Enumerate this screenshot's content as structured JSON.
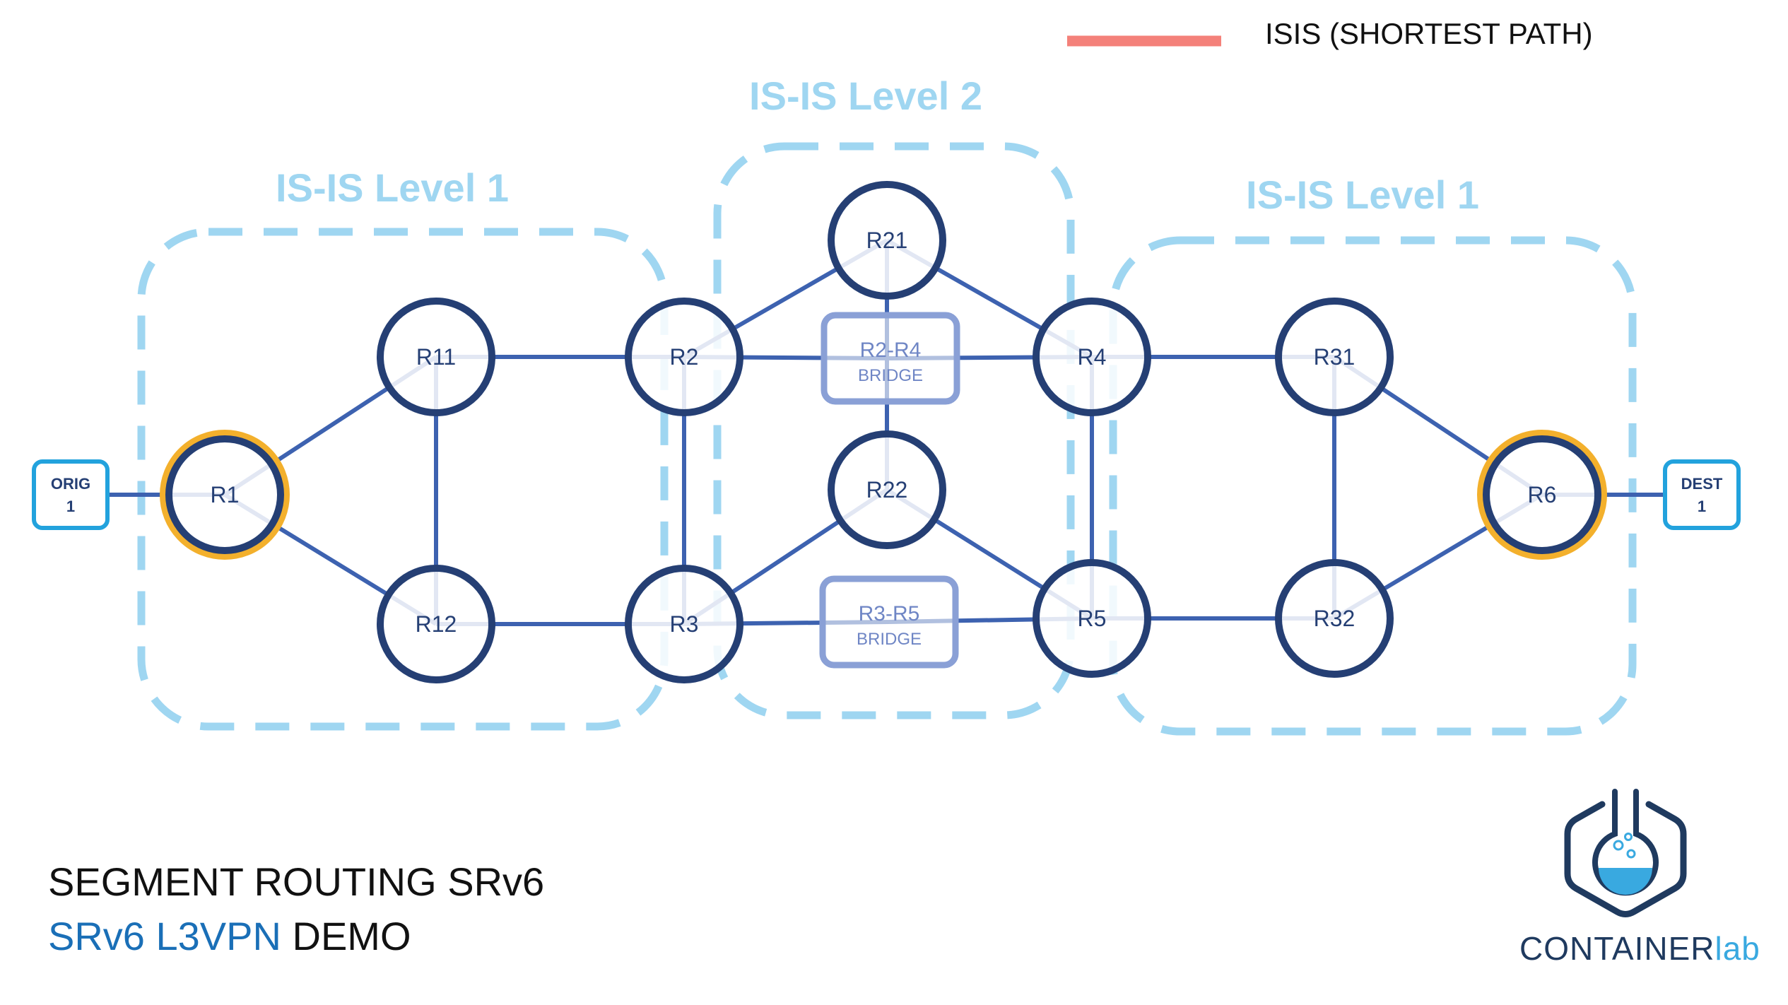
{
  "legend": {
    "label": "ISIS (SHORTEST PATH)",
    "color": "#f4817a"
  },
  "areas": [
    {
      "id": "l1-left",
      "label": "IS-IS Level 1"
    },
    {
      "id": "l2-center",
      "label": "IS-IS Level 2"
    },
    {
      "id": "l1-right",
      "label": "IS-IS Level 1"
    }
  ],
  "nodes": [
    {
      "id": "R1",
      "label": "R1",
      "highlight": true
    },
    {
      "id": "R11",
      "label": "R11"
    },
    {
      "id": "R12",
      "label": "R12"
    },
    {
      "id": "R2",
      "label": "R2"
    },
    {
      "id": "R3",
      "label": "R3"
    },
    {
      "id": "R21",
      "label": "R21"
    },
    {
      "id": "R22",
      "label": "R22"
    },
    {
      "id": "R4",
      "label": "R4"
    },
    {
      "id": "R5",
      "label": "R5"
    },
    {
      "id": "R31",
      "label": "R31"
    },
    {
      "id": "R32",
      "label": "R32"
    },
    {
      "id": "R6",
      "label": "R6",
      "highlight": true
    }
  ],
  "hosts": [
    {
      "id": "ORIG",
      "line1": "ORIG",
      "line2": "1"
    },
    {
      "id": "DEST",
      "line1": "DEST",
      "line2": "1"
    }
  ],
  "bridges": [
    {
      "id": "B24",
      "line1": "R2-R4",
      "line2": "BRIDGE"
    },
    {
      "id": "B35",
      "line1": "R3-R5",
      "line2": "BRIDGE"
    }
  ],
  "links": [
    [
      "ORIG",
      "R1"
    ],
    [
      "R1",
      "R11"
    ],
    [
      "R1",
      "R12"
    ],
    [
      "R11",
      "R12"
    ],
    [
      "R11",
      "R2"
    ],
    [
      "R12",
      "R3"
    ],
    [
      "R2",
      "R3"
    ],
    [
      "R2",
      "R21"
    ],
    [
      "R2",
      "B24"
    ],
    [
      "B24",
      "R4"
    ],
    [
      "R21",
      "R4"
    ],
    [
      "R21",
      "R22"
    ],
    [
      "R3",
      "R22"
    ],
    [
      "R3",
      "B35"
    ],
    [
      "B35",
      "R5"
    ],
    [
      "R22",
      "R5"
    ],
    [
      "R4",
      "R5"
    ],
    [
      "R4",
      "R31"
    ],
    [
      "R5",
      "R32"
    ],
    [
      "R31",
      "R32"
    ],
    [
      "R31",
      "R6"
    ],
    [
      "R32",
      "R6"
    ],
    [
      "R6",
      "DEST"
    ]
  ],
  "colors": {
    "router_border": "#253f74",
    "router_text": "#253f74",
    "highlight_ring": "#f3b02c",
    "link": "#3d62b0",
    "host_border": "#22a2dd",
    "bridge_border": "#8aa0d6",
    "bridge_text": "#6f86c5",
    "area_dash": "#9fd6f1",
    "area_label": "#9fd6f1"
  },
  "title": {
    "line1": "SEGMENT ROUTING SRv6",
    "line2_accent": "SRv6 L3VPN",
    "line2_rest": " DEMO"
  },
  "brand": {
    "main": "CONTAINER",
    "suffix": "lab"
  },
  "icons": {
    "logo": "containerlab-flask-icon"
  }
}
